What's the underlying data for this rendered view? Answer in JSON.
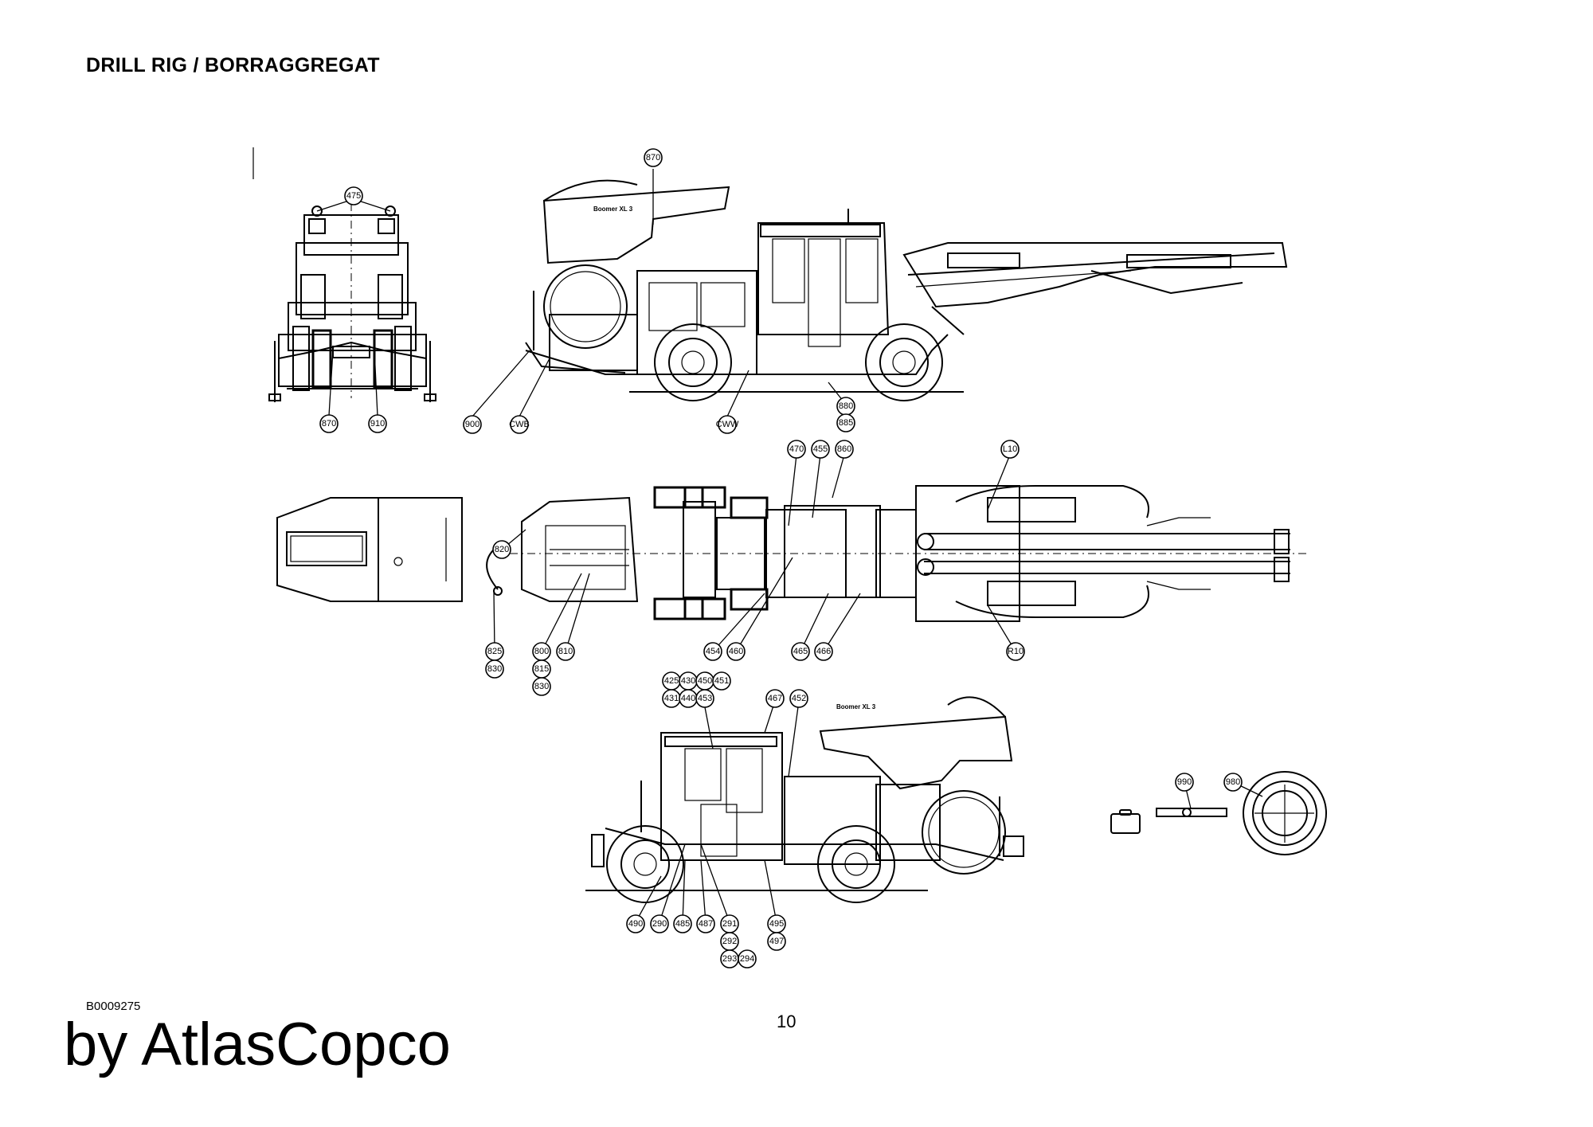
{
  "page": {
    "title": "DRILL RIG / BORRAGGREGAT",
    "drawing_code": "B0009275",
    "page_number": "10",
    "brand": "by AtlasCopco"
  },
  "views": {
    "side_view_plate": "Boomer XL 3",
    "lower_view_plate": "Boomer XL 3"
  },
  "callouts": {
    "front_view": [
      "475",
      "870",
      "910"
    ],
    "side_view_top": [
      "870",
      "900",
      "CWB",
      "CWW",
      "880",
      "885"
    ],
    "top_view": [
      "470",
      "455",
      "860",
      "L10",
      "820",
      "825",
      "830",
      "800",
      "815",
      "830",
      "810",
      "454",
      "460",
      "465",
      "466",
      "R10"
    ],
    "side_view_bottom": [
      "425",
      "430",
      "450",
      "451",
      "431",
      "440",
      "453",
      "467",
      "452",
      "490",
      "290",
      "485",
      "487",
      "291",
      "292",
      "293",
      "294",
      "495",
      "497"
    ],
    "accessories": [
      "990",
      "980"
    ]
  }
}
